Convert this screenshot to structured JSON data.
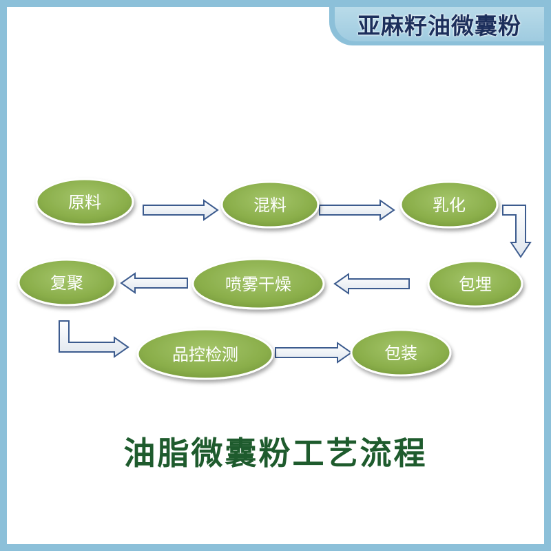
{
  "header": {
    "tab_title": "亚麻籽油微囊粉"
  },
  "diagram": {
    "nodes": [
      "原料",
      "混料",
      "乳化",
      "包埋",
      "喷雾干燥",
      "复聚",
      "品控检测",
      "包装"
    ],
    "edges": [
      [
        0,
        1
      ],
      [
        1,
        2
      ],
      [
        2,
        3
      ],
      [
        3,
        4
      ],
      [
        4,
        5
      ],
      [
        5,
        6
      ],
      [
        6,
        7
      ]
    ]
  },
  "footer": {
    "title": "油脂微囊粉工艺流程"
  },
  "colors": {
    "frame": "#8cc0d9",
    "node_fill": "#8aae4a",
    "arrow_stroke": "#3c5b8e",
    "title_green": "#1e5b2d",
    "tab_text": "#1c2f5c"
  }
}
